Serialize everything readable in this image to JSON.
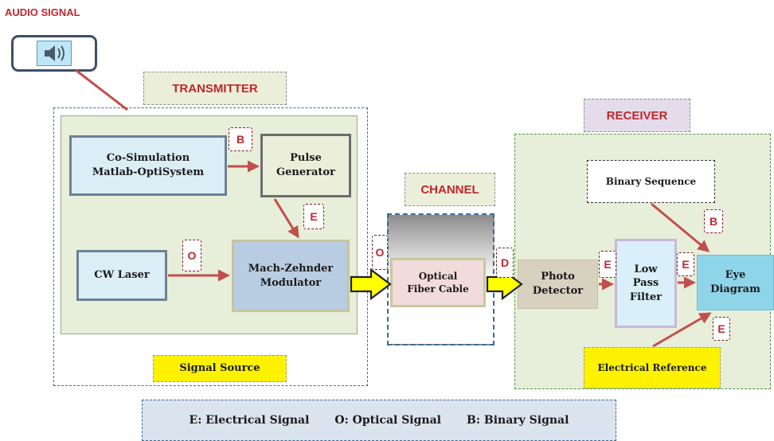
{
  "audio": {
    "label": "AUDIO SIGNAL",
    "icon": "speaker-icon"
  },
  "transmitter": {
    "title": "TRANSMITTER",
    "co_sim_line1": "Co-Simulation",
    "co_sim_line2": "Matlab-OptiSystem",
    "pulse_line1": "Pulse",
    "pulse_line2": "Generator",
    "cw_laser": "CW Laser",
    "mz_line1": "Mach-Zehnder",
    "mz_line2": "Modulator",
    "signal_source": "Signal Source"
  },
  "channel": {
    "title": "CHANNEL",
    "fiber_line1": "Optical",
    "fiber_line2": "Fiber Cable"
  },
  "receiver": {
    "title": "RECEIVER",
    "binary_sequence": "Binary Sequence",
    "photo_line1": "Photo",
    "photo_line2": "Detector",
    "lpf_line1": "Low",
    "lpf_line2": "Pass",
    "lpf_line3": "Filter",
    "eye_line1": "Eye",
    "eye_line2": "Diagram",
    "electrical_reference": "Electrical Reference"
  },
  "tags": {
    "cosim_to_pulse": "B",
    "pulse_to_mz": "E",
    "laser_to_mz": "O",
    "mz_to_fiber": "O",
    "fiber_to_photo": "D",
    "photo_to_lpf": "E",
    "lpf_to_eye": "E",
    "binary_to_eye": "B",
    "ref_to_eye": "E"
  },
  "legend": {
    "electrical": "E: Electrical Signal",
    "optical": "O: Optical Signal",
    "binary": "B: Binary Signal"
  }
}
